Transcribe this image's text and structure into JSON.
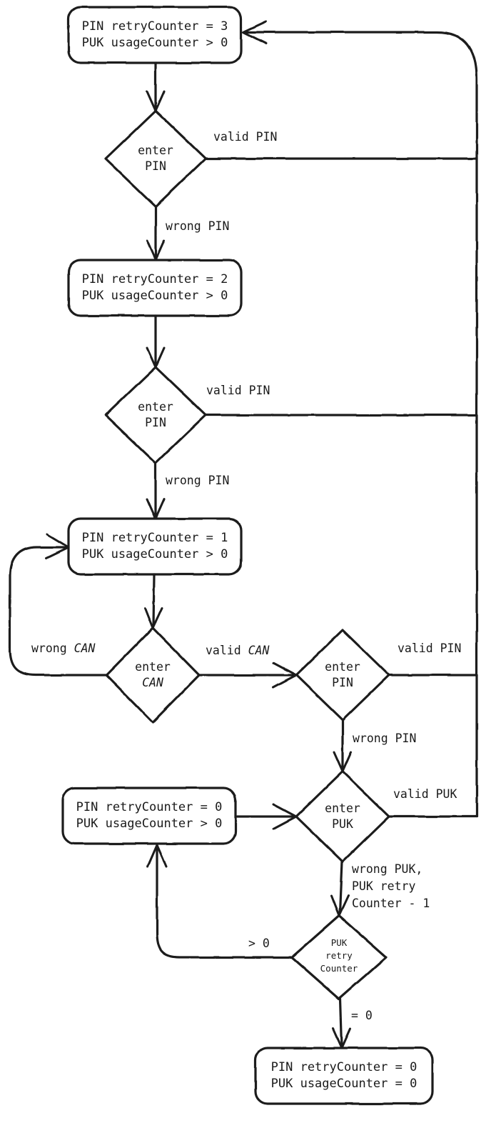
{
  "diagram": {
    "title": "PIN / PUK retry counter state flow",
    "stroke_color": "#1a1a1a",
    "fill_color": "#ffffff",
    "background": "#ffffff",
    "style": "hand-drawn sketch"
  },
  "nodes": {
    "state_pin3": {
      "line1": "PIN retryCounter = 3",
      "line2": "PUK usageCounter > 0"
    },
    "decision_pin_1": {
      "line1": "enter",
      "line2": "PIN"
    },
    "state_pin2": {
      "line1": "PIN retryCounter = 2",
      "line2": "PUK usageCounter > 0"
    },
    "decision_pin_2": {
      "line1": "enter",
      "line2": "PIN"
    },
    "state_pin1": {
      "line1": "PIN retryCounter = 1",
      "line2": "PUK usageCounter > 0"
    },
    "decision_can": {
      "line1": "enter",
      "line2": "CAN"
    },
    "decision_pin_3": {
      "line1": "enter",
      "line2": "PIN"
    },
    "state_pin0": {
      "line1": "PIN retryCounter = 0",
      "line2": "PUK usageCounter > 0"
    },
    "decision_puk": {
      "line1": "enter",
      "line2": "PUK"
    },
    "decision_puk_counter": {
      "line1": "PUK",
      "line2": "retry",
      "line3": "Counter"
    },
    "state_blocked": {
      "line1": "PIN retryCounter = 0",
      "line2": "PUK usageCounter = 0"
    }
  },
  "edges": {
    "valid_pin_1": "valid PIN",
    "wrong_pin_1": "wrong PIN",
    "valid_pin_2": "valid PIN",
    "wrong_pin_2": "wrong PIN",
    "wrong_can": "wrong CAN",
    "valid_can": "valid CAN",
    "valid_pin_3": "valid PIN",
    "wrong_pin_3": "wrong PIN",
    "valid_puk": "valid PUK",
    "wrong_puk_l1": "wrong PUK,",
    "wrong_puk_l2": "PUK retry",
    "wrong_puk_l3": "Counter - 1",
    "counter_gt_zero": "> 0",
    "counter_eq_zero": "= 0"
  }
}
